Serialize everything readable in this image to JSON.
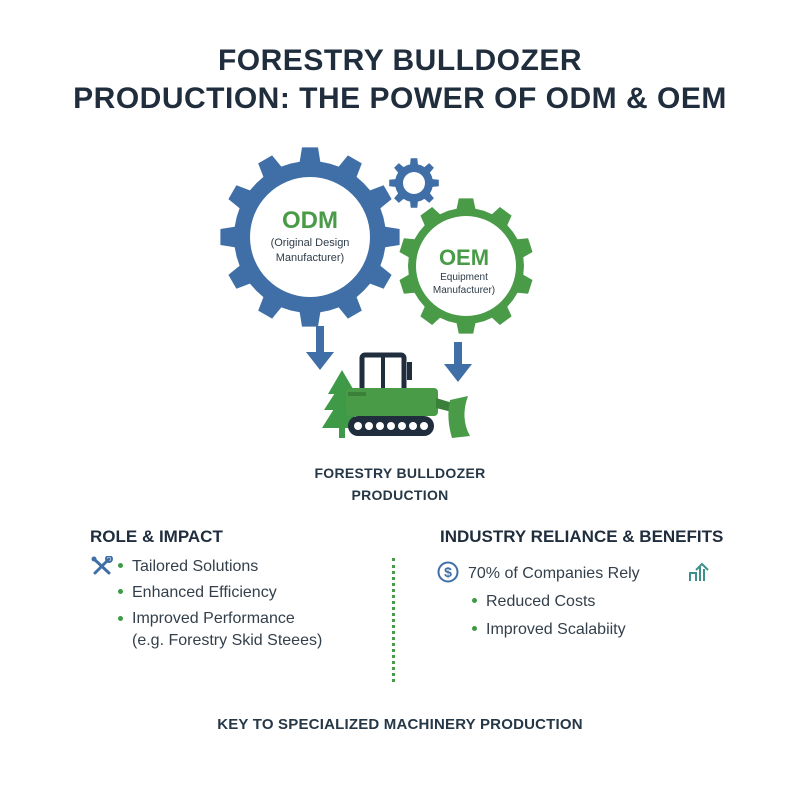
{
  "title": {
    "line1": "FORESTRY BULLDOZER",
    "line2": "PRODUCTION: THE POWER OF ODM & OEM"
  },
  "colors": {
    "odm_blue": "#3f6fa6",
    "oem_green": "#4a9b48",
    "dark_text": "#1f2d3d",
    "bullet_green": "#3f9a47"
  },
  "odm": {
    "label": "ODM",
    "line1": "(Original Design",
    "line2": "Manufacturer)"
  },
  "oem": {
    "label": "OEM",
    "line1": "Equipment",
    "line2": "Manufacturer)"
  },
  "center": {
    "line1": "FORESTRY BULLDOZER",
    "line2": "PRODUCTION"
  },
  "left": {
    "heading": "ROLE & IMPACT",
    "icon": "tools-icon",
    "items": [
      "Tailored Solutions",
      "Enhanced Efficiency",
      "Improved Performance",
      "(e.g. Forestry Skid Steees)"
    ]
  },
  "right": {
    "heading": "INDUSTRY RELIANCE & BENEFITS",
    "icons": [
      "dollar-icon",
      "growth-arrow-icon"
    ],
    "items": [
      "70% of Companies Rely",
      "Reduced Costs",
      "Improved Scalabiity"
    ]
  },
  "footer": "KEY TO SPECIALIZED MACHINERY PRODUCTION"
}
